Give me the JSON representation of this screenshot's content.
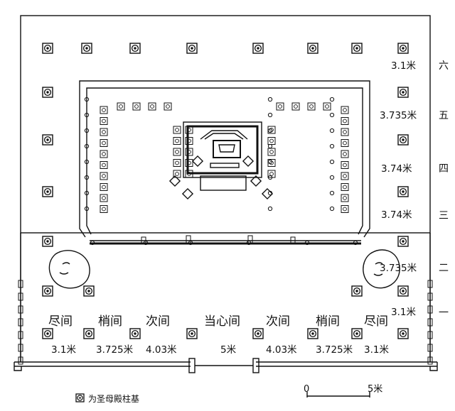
{
  "bays": [
    {
      "name": "尽间",
      "width": "3.1米"
    },
    {
      "name": "梢间",
      "width": "3.725米"
    },
    {
      "name": "次间",
      "width": "4.03米"
    },
    {
      "name": "当心间",
      "width": "5米"
    },
    {
      "name": "次间",
      "width": "4.03米"
    },
    {
      "name": "梢间",
      "width": "3.725米"
    },
    {
      "name": "尽间",
      "width": "3.1米"
    }
  ],
  "depth_bays": [
    {
      "numeral": "六",
      "width": "3.1米"
    },
    {
      "numeral": "五",
      "width": "3.735米"
    },
    {
      "numeral": "四",
      "width": "3.74米"
    },
    {
      "numeral": "三",
      "width": "3.74米"
    },
    {
      "numeral": "二",
      "width": "3.735米"
    },
    {
      "numeral": "一",
      "width": "3.1米"
    }
  ],
  "scale": {
    "zero": "0",
    "end": "5米"
  },
  "legend": {
    "text": "为圣母殿柱基",
    "icon": "column-base-icon"
  },
  "colors": {
    "ink": "#111111",
    "paper": "#ffffff"
  }
}
